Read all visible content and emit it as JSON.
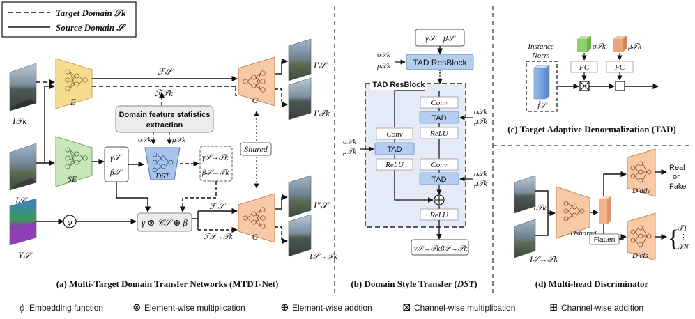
{
  "legend": {
    "target_domain": "Target Domain 𝒯k",
    "source_domain": "Source Domain 𝒮"
  },
  "panel_a": {
    "caption": "(a) Multi-Target Domain Transfer Networks (MTDT-Net)",
    "input_target_image": "I𝒯k",
    "input_source_image": "I𝒮",
    "input_segmentation": "Y𝒮",
    "encoder": "E",
    "style_encoder": "SE",
    "dst_module": "DST",
    "generator": "G",
    "embedding_op": "ϕ",
    "feature_source": "ℱ𝒮",
    "feature_target": "ℱ𝒯k",
    "domain_stats_box": "Domain feature statistics extraction",
    "sigma_target": "σ𝒯k",
    "mu_target": "μ𝒯k",
    "gamma_source": "γ𝒮",
    "beta_source": "β𝒮",
    "gamma_transfer": "γ𝒮→𝒯k",
    "beta_transfer": "β𝒮→𝒯k",
    "fusion_expr": "γ ⊗ 𝒞𝒮 ⊕ β",
    "feature_source_prime": "ℱ′𝒮",
    "feature_transfer": "ℱ𝒮→𝒯k",
    "shared_label": "Shared",
    "output_source_recon": "I′𝒮",
    "output_target_recon": "I′𝒯k",
    "output_source_double": "I″𝒮",
    "output_transfer": "I𝒮→𝒯k"
  },
  "panel_b": {
    "caption_prefix": "(b) Domain Style Transfer (",
    "caption_name": "DST",
    "caption_suffix": ")",
    "top_gamma": "γ𝒮",
    "top_beta": "β𝒮",
    "tad_resblock_top": "TAD ResBlock",
    "tad_resblock_label": "TAD ResBlock",
    "conv": "Conv",
    "tad": "TAD",
    "relu": "ReLU",
    "sigma": "σ𝒯k",
    "mu": "μ𝒯k",
    "out_gamma": "γ𝒮→𝒯k",
    "out_beta": "β𝒮→𝒯k"
  },
  "panel_c": {
    "caption": "(c) Target Adaptive Denormalization (TAD)",
    "instance_norm_line1": "Instance",
    "instance_norm_line2": "Norm",
    "f_hat": "f̂𝒮",
    "fc": "FC",
    "sigma": "σ𝒯k",
    "mu": "μ𝒯k"
  },
  "panel_d": {
    "caption": "(d) Multi-head Discriminator",
    "input_target": "I𝒯k",
    "input_transfer": "I𝒮→𝒯k",
    "d_shared": "Dshared",
    "d_adv": "D′adv",
    "d_cls": "D′cls",
    "real_fake_line1": "Real",
    "real_fake_line2": "or",
    "real_fake_line3": "Fake",
    "flatten": "Flatten",
    "class_top": "𝒯1",
    "class_dots": "⋮",
    "class_bottom": "𝒯N"
  },
  "bottom_legend": [
    {
      "symbol": "ϕ",
      "label": "Embedding function"
    },
    {
      "symbol": "⊗",
      "label": "Element-wise multiplication"
    },
    {
      "symbol": "⊕",
      "label": "Element-wise addtion"
    },
    {
      "symbol": "⊠",
      "label": "Channel-wise multiplication"
    },
    {
      "symbol": "⊞",
      "label": "Channel-wise addition"
    }
  ],
  "colors": {
    "encoder_yellow": "#f7dc8f",
    "style_encoder_green": "#c8e6b8",
    "dst_blue": "#a9c4ea",
    "generator_peach": "#f7c9a6",
    "tad_blue": "#b5cdef",
    "dst_panel_bg": "#e4ebf7",
    "gray_box": "#ececec",
    "fc_green": "#8fcf6e",
    "fc_orange": "#e8a77a"
  }
}
